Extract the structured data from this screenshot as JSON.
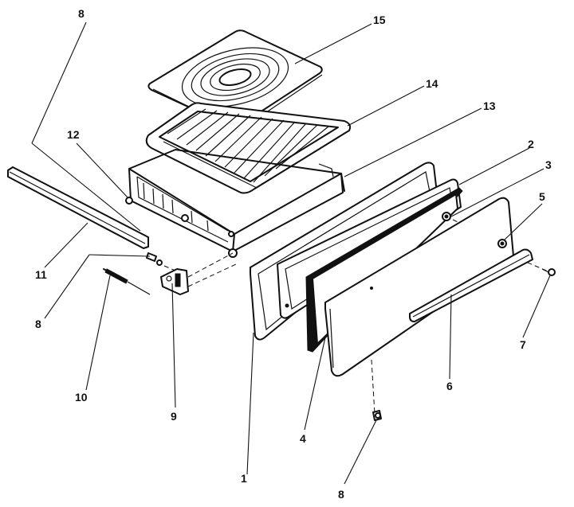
{
  "callouts": [
    {
      "id": "c8a",
      "label": "8"
    },
    {
      "id": "c15",
      "label": "15"
    },
    {
      "id": "c14",
      "label": "14"
    },
    {
      "id": "c13",
      "label": "13"
    },
    {
      "id": "c12",
      "label": "12"
    },
    {
      "id": "c2",
      "label": "2"
    },
    {
      "id": "c3",
      "label": "3"
    },
    {
      "id": "c5",
      "label": "5"
    },
    {
      "id": "c11",
      "label": "11"
    },
    {
      "id": "c8b",
      "label": "8"
    },
    {
      "id": "c7",
      "label": "7"
    },
    {
      "id": "c6",
      "label": "6"
    },
    {
      "id": "c10",
      "label": "10"
    },
    {
      "id": "c9",
      "label": "9"
    },
    {
      "id": "c4",
      "label": "4"
    },
    {
      "id": "c1",
      "label": "1"
    },
    {
      "id": "c8c",
      "label": "8"
    }
  ]
}
